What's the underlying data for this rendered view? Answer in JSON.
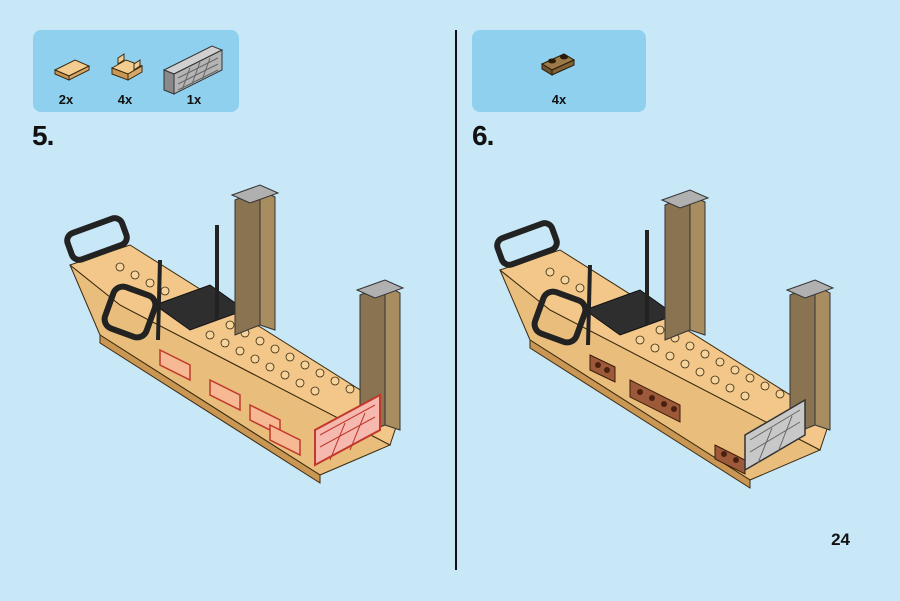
{
  "page_number": "24",
  "steps": [
    {
      "number": "5.",
      "parts": [
        {
          "icon": "tan-tile-2x2-icon",
          "qty": "2x"
        },
        {
          "icon": "tan-bracket-icon",
          "qty": "4x"
        },
        {
          "icon": "gray-fence-panel-icon",
          "qty": "1x"
        }
      ]
    },
    {
      "number": "6.",
      "parts": [
        {
          "icon": "brown-plate-1x2-icon",
          "qty": "4x"
        }
      ]
    }
  ],
  "colors": {
    "background": "#c8e7f7",
    "parts_box": "#8fd0ef",
    "tan": "#e8b978",
    "tan_dark": "#c99654",
    "brown": "#8a7350",
    "gray": "#9a9a9a",
    "dark": "#2b2b2b"
  }
}
